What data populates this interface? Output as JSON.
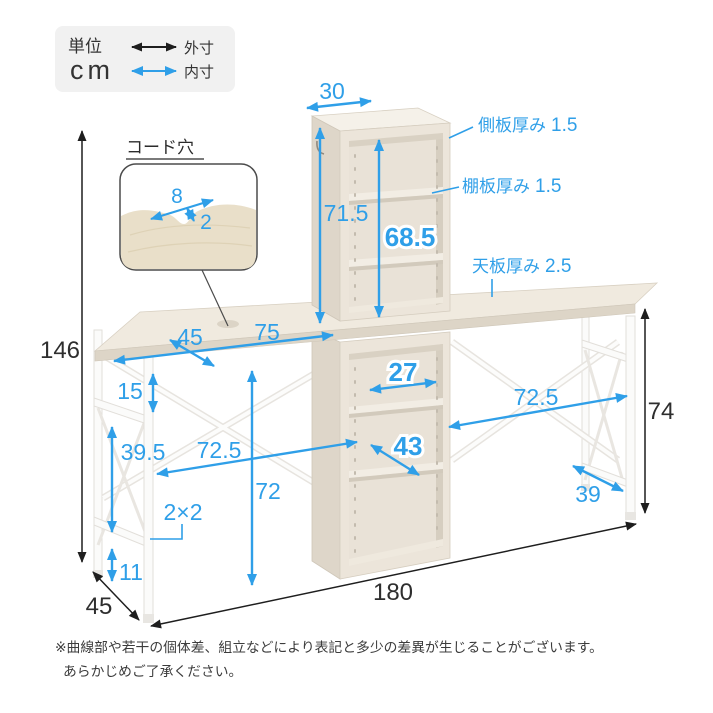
{
  "legend": {
    "unit_label": "単位",
    "unit_value": "cm",
    "outer_label": "外寸",
    "inner_label": "内寸"
  },
  "callout": {
    "title": "コード穴",
    "hole_width": "8",
    "hole_depth": "2"
  },
  "thickness": {
    "side_label": "側板厚み",
    "side_value": "1.5",
    "shelf_label": "棚板厚み",
    "shelf_value": "1.5",
    "top_label": "天板厚み",
    "top_value": "2.5"
  },
  "dims": {
    "shelf_width": "30",
    "shelf_height": "71.5",
    "shelf_inner_height": "68.5",
    "total_height": "146",
    "desk_depth_top": "45",
    "left_span": "75",
    "gap_top": "15",
    "gap_mid": "39.5",
    "left_inner_width": "72.5",
    "under_height": "72",
    "leg_size": "2×2",
    "foot_height": "11",
    "bottom_depth": "45",
    "total_width": "180",
    "right_inner_width": "72.5",
    "desk_height": "74",
    "right_rail_depth": "39",
    "cube_inner_width": "27",
    "cube_inner_depth": "43"
  },
  "colors": {
    "accent_blue": "#2f9fe8",
    "ink": "#2e2e2e",
    "wood": "#ece5da"
  },
  "footnote": {
    "line1": "※曲線部や若干の個体差、組立などにより表記と多少の差異が生じることがございます。",
    "line2": "あらかじめご了承ください。"
  }
}
